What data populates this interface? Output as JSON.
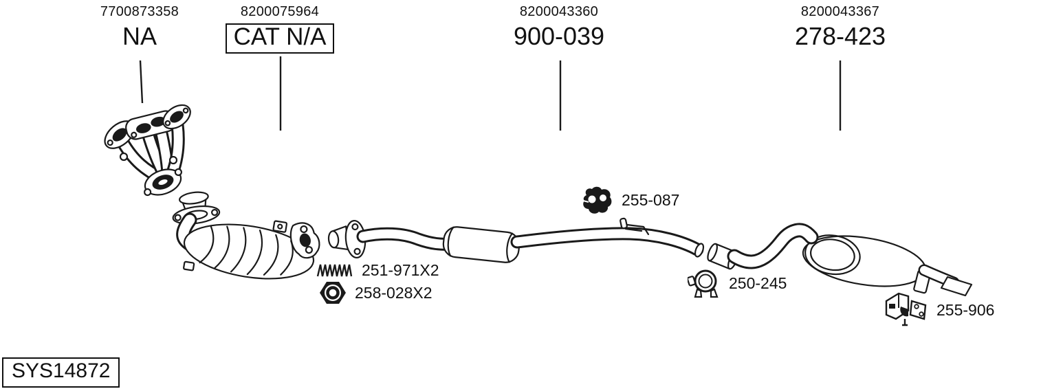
{
  "colors": {
    "ink": "#1a1a1a",
    "background": "#ffffff"
  },
  "header_callouts": [
    {
      "ref": "7700873358",
      "label": "NA",
      "boxed": false
    },
    {
      "ref": "8200075964",
      "label": "CAT N/A",
      "boxed": true
    },
    {
      "ref": "8200043360",
      "label": "900-039",
      "boxed": false
    },
    {
      "ref": "8200043367",
      "label": "278-423",
      "boxed": false
    }
  ],
  "part_callouts": [
    {
      "icon": "rubber-hanger-icon",
      "label": "255-087"
    },
    {
      "icon": "spring-icon",
      "label": "251-971X2"
    },
    {
      "icon": "nut-icon",
      "label": "258-028X2"
    },
    {
      "icon": "pipe-clamp-icon",
      "label": "250-245"
    },
    {
      "icon": "mounting-bracket-icon",
      "label": "255-906"
    }
  ],
  "system_id": "SYS14872"
}
